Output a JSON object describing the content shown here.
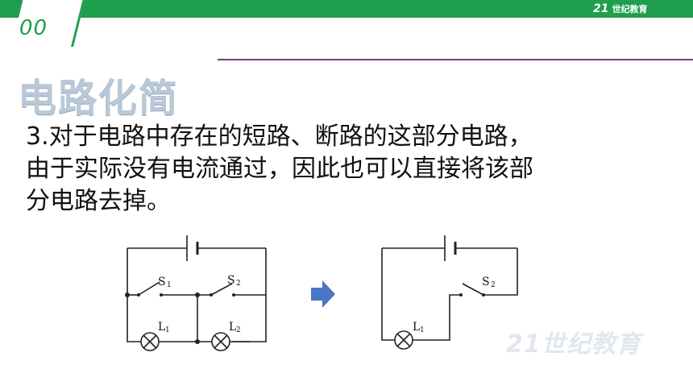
{
  "header": {
    "slide_number": "00",
    "logo_mark": "21",
    "logo_text": "世纪教育",
    "brand_color": "#1f9e4e"
  },
  "title": "电路化简",
  "body_lines": [
    "3.对于电路中存在的短路、断路的这部分电路，",
    "由于实际没有电流通过，因此也可以直接将该部",
    "分电路去掉。"
  ],
  "diagram_left": {
    "switch1": "S",
    "switch1_sub": "1",
    "switch2": "S",
    "switch2_sub": "2",
    "lamp1": "L",
    "lamp1_sub": "1",
    "lamp2": "L",
    "lamp2_sub": "2"
  },
  "diagram_right": {
    "switch": "S",
    "switch_sub": "2",
    "lamp": "L",
    "lamp_sub": "1"
  },
  "arrow_color": "#4a76c4",
  "watermark": "21世纪教育"
}
